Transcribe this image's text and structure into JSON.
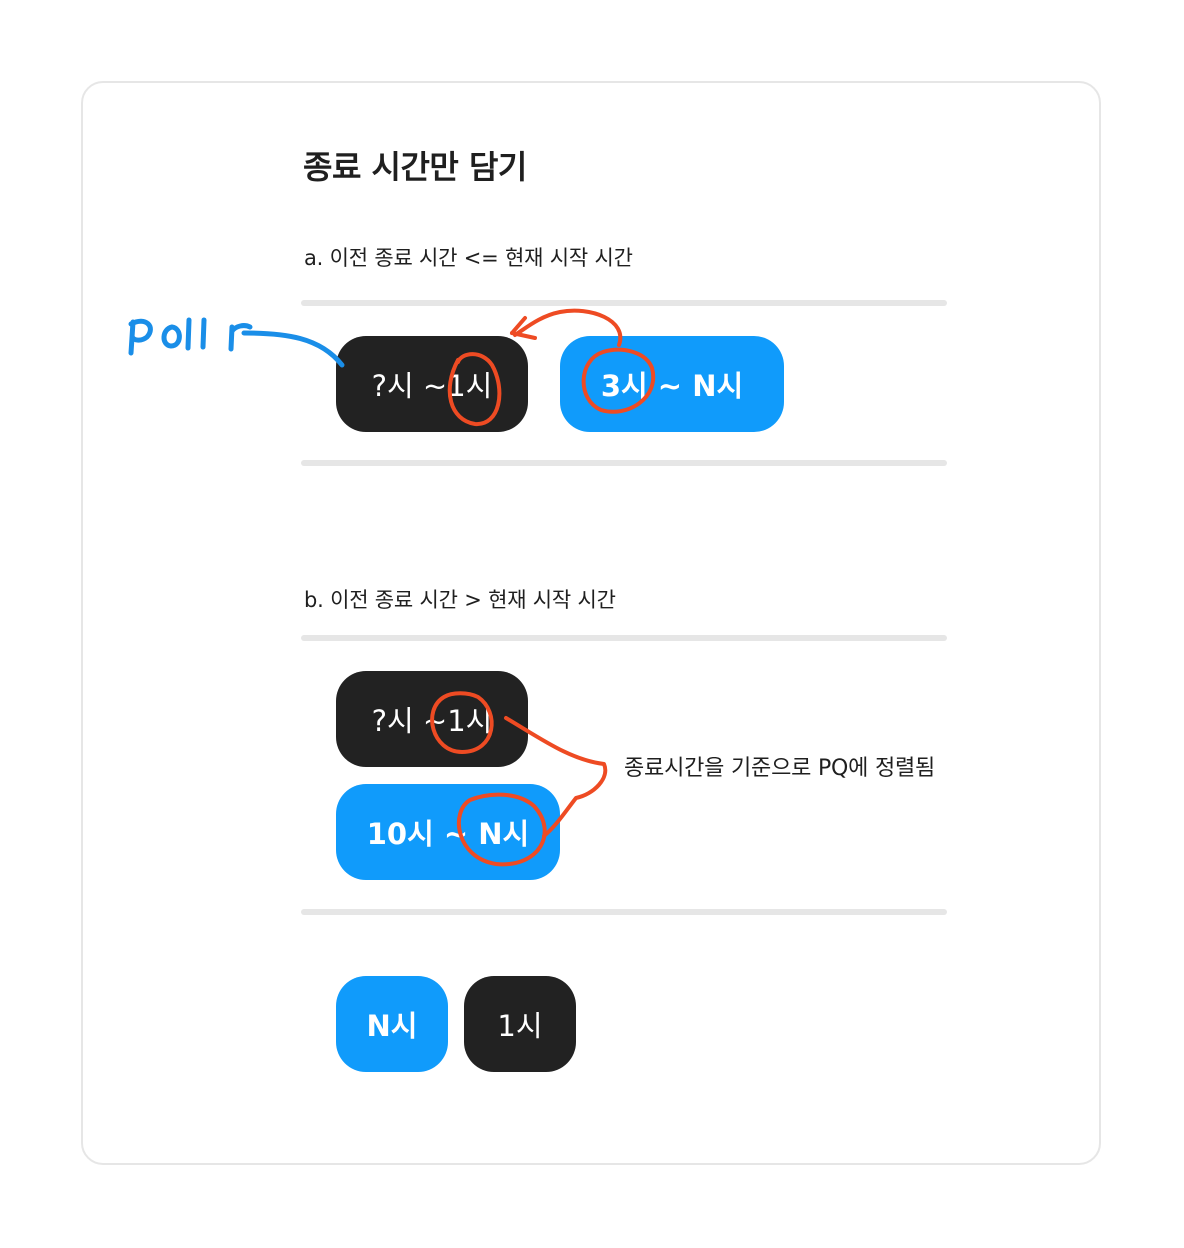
{
  "diagram": {
    "title": "종료 시간만 담기",
    "section_a": {
      "label": "a. 이전 종료 시간 <= 현재 시작 시간",
      "pills": [
        {
          "text": "?시 ~1시",
          "color": "dark"
        },
        {
          "text": "3시 ~ N시",
          "color": "blue"
        }
      ],
      "handwritten_note": "poll r"
    },
    "section_b": {
      "label": "b. 이전 종료 시간 > 현재 시작 시간",
      "pills": [
        {
          "text": "?시 ~1시",
          "color": "dark"
        },
        {
          "text": "10시 ~ N시",
          "color": "blue"
        }
      ],
      "note": "종료시간을 기준으로 PQ에 정렬됨"
    },
    "result_pills": [
      {
        "text": "N시",
        "color": "blue"
      },
      {
        "text": "1시",
        "color": "dark"
      }
    ],
    "colors": {
      "dark_pill": "#222222",
      "blue_pill": "#109bfb",
      "annotation_red": "#ee4b23",
      "annotation_blue": "#1a8ee8",
      "divider": "#e6e6e6"
    }
  }
}
